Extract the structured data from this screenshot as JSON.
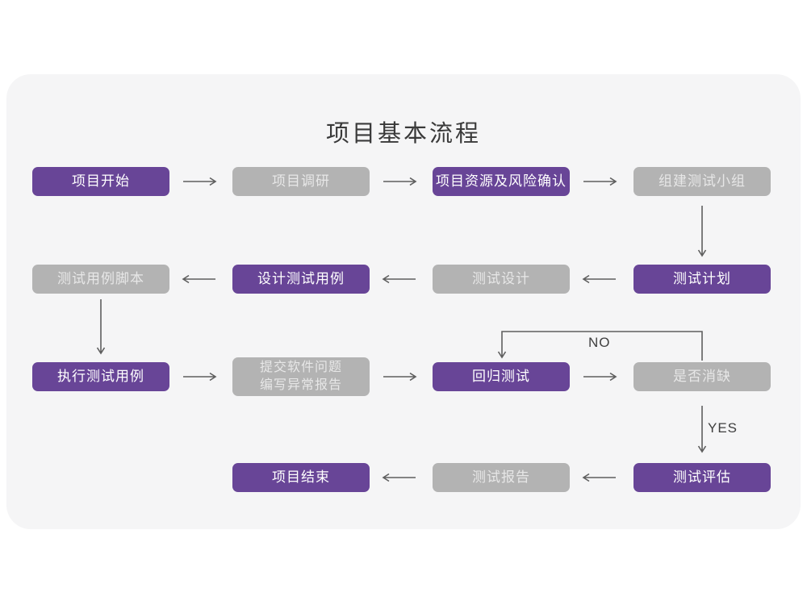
{
  "page": {
    "title": "项目基本流程"
  },
  "colors": {
    "primary": "#684597",
    "muted": "#b3b3b3",
    "card": "#f5f5f6",
    "page": "#ffffff",
    "arrow": "#5f5f5f",
    "title_text": "#3a3a3a",
    "label_text": "#3f3f3f",
    "muted_text": "#e7e7e7"
  },
  "flow": {
    "nodes": [
      {
        "id": "project-start",
        "label": "项目开始",
        "variant": "primary"
      },
      {
        "id": "project-research",
        "label": "项目调研",
        "variant": "muted"
      },
      {
        "id": "project-resources-risk",
        "label": "项目资源及风险确认",
        "variant": "primary"
      },
      {
        "id": "build-test-team",
        "label": "组建测试小组",
        "variant": "muted"
      },
      {
        "id": "test-case-script",
        "label": "测试用例脚本",
        "variant": "muted"
      },
      {
        "id": "design-test-cases",
        "label": "设计测试用例",
        "variant": "primary"
      },
      {
        "id": "test-design",
        "label": "测试设计",
        "variant": "muted"
      },
      {
        "id": "test-plan",
        "label": "测试计划",
        "variant": "primary"
      },
      {
        "id": "execute-test-cases",
        "label": "执行测试用例",
        "variant": "primary"
      },
      {
        "id": "submit-issue-report",
        "label": "提交软件问题\n编写异常报告",
        "variant": "muted"
      },
      {
        "id": "regression-test",
        "label": "回归测试",
        "variant": "primary"
      },
      {
        "id": "defect-cleared-decision",
        "label": "是否消缺",
        "variant": "muted"
      },
      {
        "id": "project-end",
        "label": "项目结束",
        "variant": "primary"
      },
      {
        "id": "test-report",
        "label": "测试报告",
        "variant": "muted"
      },
      {
        "id": "test-evaluation",
        "label": "测试评估",
        "variant": "primary"
      }
    ],
    "edges": [
      {
        "from": "项目开始",
        "to": "项目调研",
        "label": ""
      },
      {
        "from": "项目调研",
        "to": "项目资源及风险确认",
        "label": ""
      },
      {
        "from": "项目资源及风险确认",
        "to": "组建测试小组",
        "label": ""
      },
      {
        "from": "组建测试小组",
        "to": "测试计划",
        "label": ""
      },
      {
        "from": "测试计划",
        "to": "测试设计",
        "label": ""
      },
      {
        "from": "测试设计",
        "to": "设计测试用例",
        "label": ""
      },
      {
        "from": "设计测试用例",
        "to": "测试用例脚本",
        "label": ""
      },
      {
        "from": "测试用例脚本",
        "to": "执行测试用例",
        "label": ""
      },
      {
        "from": "执行测试用例",
        "to": "提交软件问题 编写异常报告",
        "label": ""
      },
      {
        "from": "提交软件问题 编写异常报告",
        "to": "回归测试",
        "label": ""
      },
      {
        "from": "回归测试",
        "to": "是否消缺",
        "label": ""
      },
      {
        "from": "是否消缺",
        "to": "回归测试",
        "label": "NO"
      },
      {
        "from": "是否消缺",
        "to": "测试评估",
        "label": "YES"
      },
      {
        "from": "测试评估",
        "to": "测试报告",
        "label": ""
      },
      {
        "from": "测试报告",
        "to": "项目结束",
        "label": ""
      }
    ]
  }
}
